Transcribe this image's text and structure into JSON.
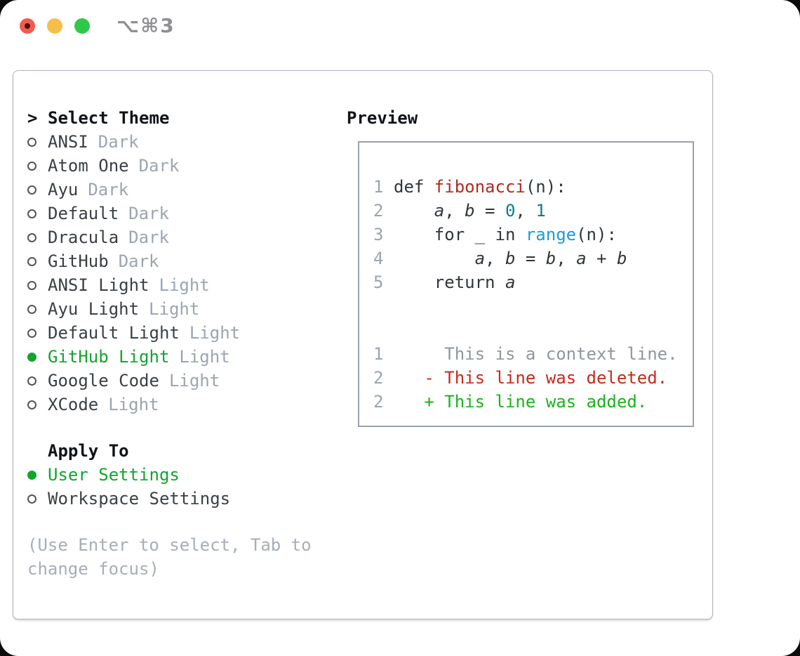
{
  "window": {
    "title": "⌥⌘3"
  },
  "colors": {
    "selected_green": "#12a52d",
    "added_green": "#17b517",
    "deleted_red": "#c8291b",
    "function_red": "#b02b1f",
    "number_teal": "#0b7f81",
    "builtin_blue": "#1b9bd8",
    "muted_gray": "#9ca5b0",
    "traffic_red": "#f15b4e",
    "traffic_yellow": "#f6bf4b",
    "traffic_green": "#2ec948"
  },
  "theme_panel": {
    "header_marker": ">",
    "header": "Select Theme",
    "themes": [
      {
        "name": "ANSI",
        "tag": "Dark",
        "selected": false
      },
      {
        "name": "Atom One",
        "tag": "Dark",
        "selected": false
      },
      {
        "name": "Ayu",
        "tag": "Dark",
        "selected": false
      },
      {
        "name": "Default",
        "tag": "Dark",
        "selected": false
      },
      {
        "name": "Dracula",
        "tag": "Dark",
        "selected": false
      },
      {
        "name": "GitHub",
        "tag": "Dark",
        "selected": false
      },
      {
        "name": "ANSI Light",
        "tag": "Light",
        "selected": false
      },
      {
        "name": "Ayu Light",
        "tag": "Light",
        "selected": false
      },
      {
        "name": "Default Light",
        "tag": "Light",
        "selected": false
      },
      {
        "name": "GitHub Light",
        "tag": "Light",
        "selected": true
      },
      {
        "name": "Google Code",
        "tag": "Light",
        "selected": false
      },
      {
        "name": "XCode",
        "tag": "Light",
        "selected": false
      }
    ],
    "apply_to_label": "Apply To",
    "apply_options": [
      {
        "name": "User Settings",
        "selected": true
      },
      {
        "name": "Workspace Settings",
        "selected": false
      }
    ],
    "help": "(Use Enter to select, Tab to change focus)"
  },
  "preview": {
    "label": "Preview",
    "code_lines": [
      {
        "num": "1",
        "tokens": [
          {
            "t": "def ",
            "s": "code"
          },
          {
            "t": "fibonacci",
            "s": "func"
          },
          {
            "t": "(n):",
            "s": "code"
          }
        ]
      },
      {
        "num": "2",
        "tokens": [
          {
            "t": "    ",
            "s": "code"
          },
          {
            "t": "a",
            "s": "var"
          },
          {
            "t": ", ",
            "s": "code"
          },
          {
            "t": "b",
            "s": "var"
          },
          {
            "t": " = ",
            "s": "code"
          },
          {
            "t": "0",
            "s": "num"
          },
          {
            "t": ", ",
            "s": "code"
          },
          {
            "t": "1",
            "s": "num"
          }
        ]
      },
      {
        "num": "3",
        "tokens": [
          {
            "t": "    for _ in ",
            "s": "code"
          },
          {
            "t": "range",
            "s": "builtin"
          },
          {
            "t": "(n):",
            "s": "code"
          }
        ]
      },
      {
        "num": "4",
        "tokens": [
          {
            "t": "        ",
            "s": "code"
          },
          {
            "t": "a",
            "s": "var"
          },
          {
            "t": ", ",
            "s": "code"
          },
          {
            "t": "b",
            "s": "var"
          },
          {
            "t": " = ",
            "s": "code"
          },
          {
            "t": "b",
            "s": "var"
          },
          {
            "t": ", ",
            "s": "code"
          },
          {
            "t": "a",
            "s": "var"
          },
          {
            "t": " + ",
            "s": "code"
          },
          {
            "t": "b",
            "s": "var"
          }
        ]
      },
      {
        "num": "5",
        "tokens": [
          {
            "t": "    return ",
            "s": "code"
          },
          {
            "t": "a",
            "s": "var"
          }
        ]
      }
    ],
    "diff_lines": [
      {
        "num": "1",
        "tokens": [
          {
            "t": "     This is a context line.",
            "s": "ctx"
          }
        ]
      },
      {
        "num": "2",
        "tokens": [
          {
            "t": "   - This line was deleted.",
            "s": "deleted"
          }
        ]
      },
      {
        "num": "2",
        "tokens": [
          {
            "t": "   + This line was added.",
            "s": "added"
          }
        ]
      }
    ]
  }
}
